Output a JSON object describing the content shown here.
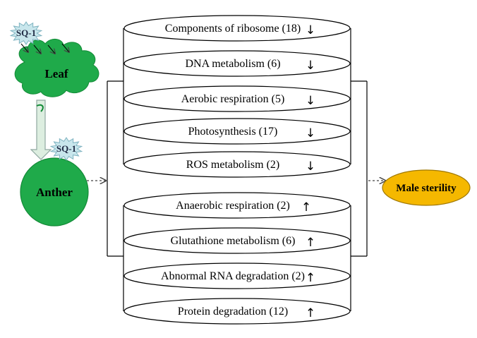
{
  "agent": "SQ-1",
  "leaf_label": "Leaf",
  "anther_label": "Anther",
  "outcome_label": "Male sterility",
  "colors": {
    "green": "#1faa4a",
    "green_dark": "#138a37",
    "yellow": "#f5b800",
    "star": "#c8e6ec",
    "arrow_fill": "#ddeee0"
  },
  "processes": [
    {
      "label": "Components of ribosome (18)",
      "direction": "↓"
    },
    {
      "label": "DNA metabolism (6)",
      "direction": "↓"
    },
    {
      "label": "Aerobic respiration (5)",
      "direction": "↓"
    },
    {
      "label": "Photosynthesis (17)",
      "direction": "↓"
    },
    {
      "label": "ROS metabolism (2)",
      "direction": "↓"
    },
    {
      "label": "Anaerobic respiration (2)",
      "direction": "↑"
    },
    {
      "label": "Glutathione metabolism (6)",
      "direction": "↑"
    },
    {
      "label": "Abnormal RNA degradation (2)",
      "direction": "↑"
    },
    {
      "label": "Protein degradation (12)",
      "direction": "↑"
    }
  ]
}
